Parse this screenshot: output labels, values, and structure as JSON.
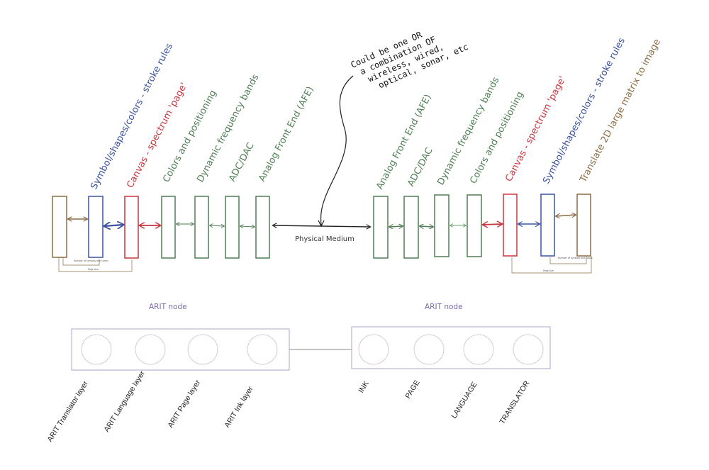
{
  "colors": {
    "brown": "#8a6d45",
    "blue": "#3c52a0",
    "red": "#c8363f",
    "green": "#4e7e53",
    "black": "#222222",
    "node_title": "#7a6aa8",
    "node_border": "#a9a3c4",
    "circle": "#d9cccc"
  },
  "annotation": {
    "lines": [
      "Could be one OR",
      "a combination OF",
      "wireless, wired,",
      "optical, sonar, etc"
    ]
  },
  "physical_medium": "Physical Medium",
  "left_stack": {
    "labels": [
      {
        "text": "Symbol/shapes/colors - stroke rules",
        "color": "blue"
      },
      {
        "text": "Canvas - spectrum 'page'",
        "color": "red"
      },
      {
        "text": "Colors and positioning",
        "color": "green"
      },
      {
        "text": "Dynamic frequency bands",
        "color": "green"
      },
      {
        "text": "ADC/DAC",
        "color": "green"
      },
      {
        "text": "Analog Front End (AFE)",
        "color": "green"
      }
    ],
    "blocks": [
      "brown",
      "blue",
      "red",
      "green",
      "green",
      "green",
      "green"
    ],
    "feedback_notes": [
      "Number of symbols and colors",
      "Page size"
    ]
  },
  "right_stack": {
    "labels": [
      {
        "text": "Analog Front End (AFE)",
        "color": "green"
      },
      {
        "text": "ADC/DAC",
        "color": "green"
      },
      {
        "text": "Dynamic frequency bands",
        "color": "green"
      },
      {
        "text": "Colors and positioning",
        "color": "green"
      },
      {
        "text": "Canvas - spectrum 'page'",
        "color": "red"
      },
      {
        "text": "Symbol/shapes/colors - stroke rules",
        "color": "blue"
      },
      {
        "text": "Translate 2D large matrix to image",
        "color": "brown"
      }
    ],
    "blocks": [
      "green",
      "green",
      "green",
      "green",
      "red",
      "blue",
      "brown"
    ],
    "feedback_notes": [
      "Number of symbols and colors",
      "Page size"
    ]
  },
  "arit_nodes": [
    {
      "title": "ARIT node",
      "layers": [
        "ARIT Translator layer",
        "ARIT Language layer",
        "ARIT Page layer",
        "ARIT Ink layer"
      ]
    },
    {
      "title": "ARIT node",
      "layers": [
        "INK",
        "PAGE",
        "LANGUAGE",
        "TRANSLATOR"
      ]
    }
  ]
}
